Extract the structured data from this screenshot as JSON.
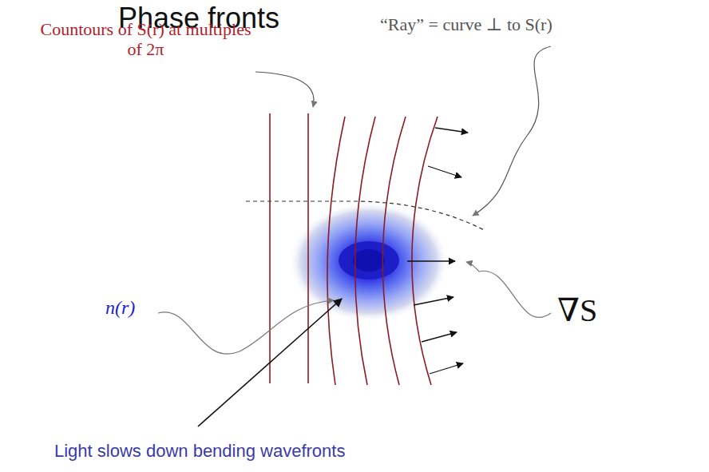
{
  "diagram": {
    "title": "Phase fronts",
    "labels": [
      "Countours of S(r) at multiples of 2π",
      "“Ray” = curve ⊥ to S(r)",
      "n(r)",
      "∇S",
      "Light slows down bending wavefronts"
    ]
  }
}
